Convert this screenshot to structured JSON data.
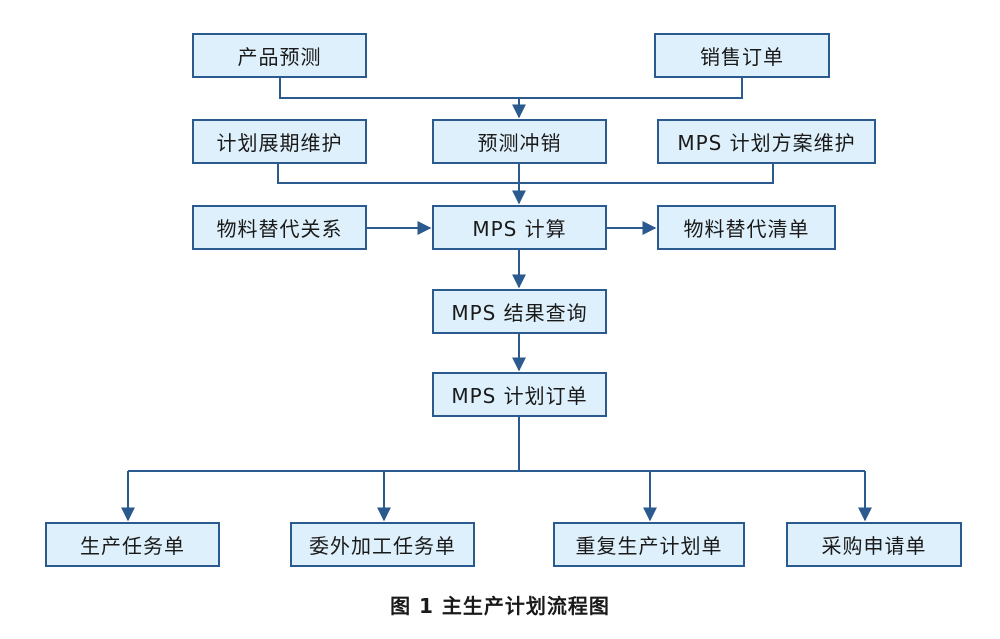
{
  "diagram": {
    "nodes": {
      "product_forecast": "产品预测",
      "sales_order": "销售订单",
      "plan_horizon_maintenance": "计划展期维护",
      "forecast_consumption": "预测冲销",
      "mps_plan_scheme_maintenance": "MPS 计划方案维护",
      "material_substitution": "物料替代关系",
      "mps_calculation": "MPS 计算",
      "material_substitution_list": "物料替代清单",
      "mps_result_query": "MPS 结果查询",
      "mps_planned_order": "MPS 计划订单",
      "production_task": "生产任务单",
      "outsourcing_task": "委外加工任务单",
      "repetitive_production_plan": "重复生产计划单",
      "purchase_requisition": "采购申请单"
    },
    "caption": "图 1 主生产计划流程图",
    "colors": {
      "box_fill": "#def0fb",
      "box_border": "#2a5a8e",
      "connector": "#2a5a8e"
    }
  }
}
